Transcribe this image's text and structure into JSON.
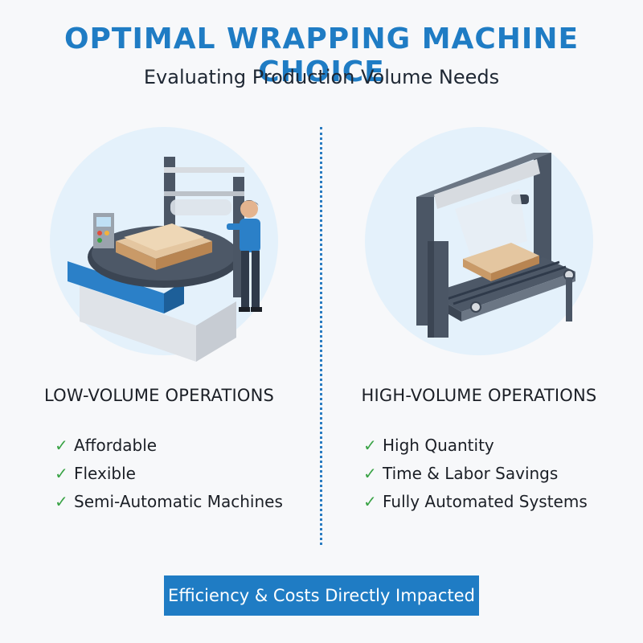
{
  "header": {
    "title": "OPTIMAL WRAPPING MACHINE CHOICE",
    "subtitle": "Evaluating Production Volume Needs"
  },
  "left": {
    "illustration": "semi-automatic-turntable-wrapper-with-operator",
    "heading": "LOW-VOLUME OPERATIONS",
    "features": [
      "Affordable",
      "Flexible",
      "Semi-Automatic Machines"
    ]
  },
  "right": {
    "illustration": "automated-conveyor-wrapping-system",
    "heading": "HIGH-VOLUME OPERATIONS",
    "features": [
      "High Quantity",
      "Time & Labor Savings",
      "Fully Automated Systems"
    ]
  },
  "footer": {
    "banner": "Efficiency & Costs Directly Impacted"
  },
  "icons": {
    "feature": "check-icon"
  },
  "colors": {
    "accent": "#1f7cc4",
    "check": "#3aa346",
    "text": "#1b1f26",
    "divider": "#2a7cc1"
  }
}
